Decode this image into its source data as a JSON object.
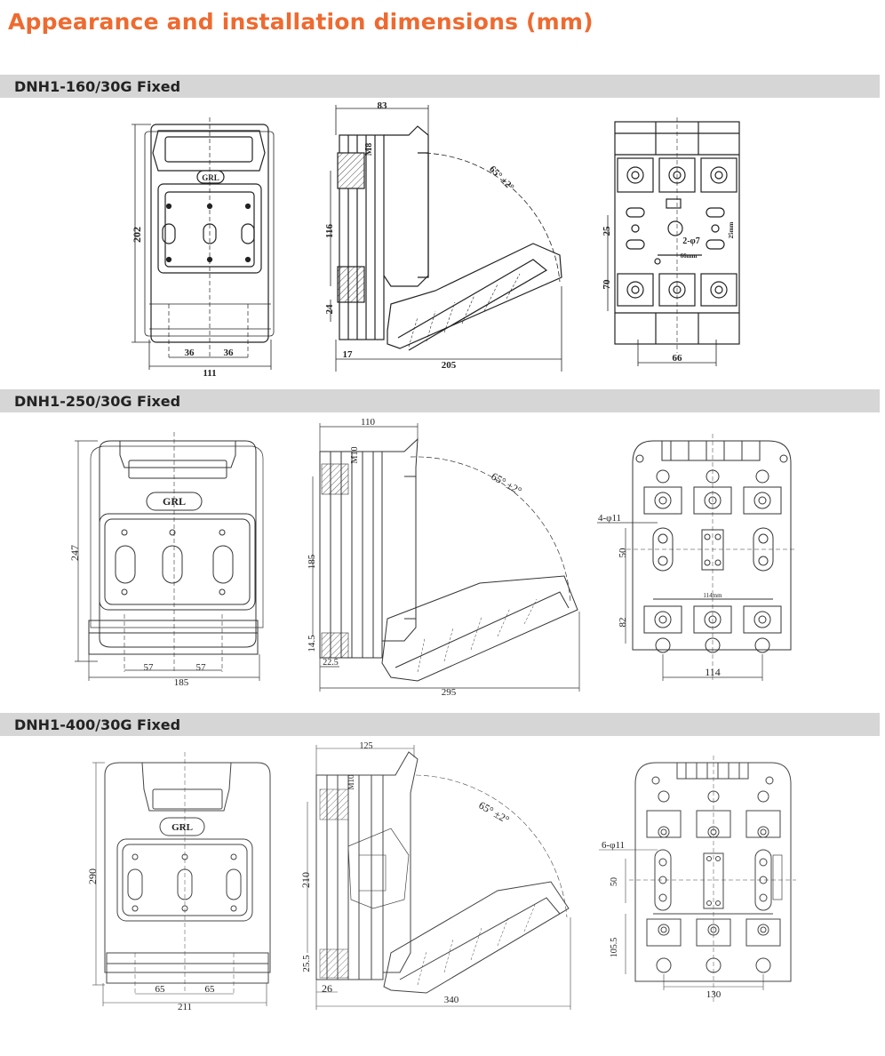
{
  "page_title": "Appearance and installation dimensions (mm)",
  "brand_label": "GRL",
  "sections": [
    {
      "title": "DNH1-160/30G Fixed",
      "front": {
        "height": "202",
        "pitch_left": "36",
        "pitch_right": "36",
        "width": "111"
      },
      "side": {
        "depth": "83",
        "screw": "M8",
        "angle": "65° ±2°",
        "mount_height": "116",
        "bottom": "24",
        "base": "17",
        "open_length": "205"
      },
      "back": {
        "vertical_a": "25",
        "vertical_b": "70",
        "hole": "2-φ7",
        "small_a": "25mm",
        "small_b": "66mm",
        "width": "66"
      }
    },
    {
      "title": "DNH1-250/30G Fixed",
      "front": {
        "height": "247",
        "pitch_left": "57",
        "pitch_right": "57",
        "width": "185"
      },
      "side": {
        "depth": "110",
        "screw": "M10",
        "angle": "65° ±2°",
        "mount_height": "185",
        "bottom": "14.5",
        "base": "22.5",
        "open_length": "295"
      },
      "back": {
        "vertical_a": "50",
        "vertical_b": "82",
        "hole": "4-φ11",
        "small_a": "114mm",
        "width": "114"
      }
    },
    {
      "title": "DNH1-400/30G Fixed",
      "front": {
        "height": "290",
        "pitch_left": "65",
        "pitch_right": "65",
        "width": "211"
      },
      "side": {
        "depth": "125",
        "screw": "M10",
        "angle": "65° ±2°",
        "mount_height": "210",
        "bottom": "25.5",
        "base": "26",
        "open_length": "340"
      },
      "back": {
        "vertical_a": "50",
        "vertical_b": "105.5",
        "hole": "6-φ11",
        "width": "130"
      }
    }
  ]
}
